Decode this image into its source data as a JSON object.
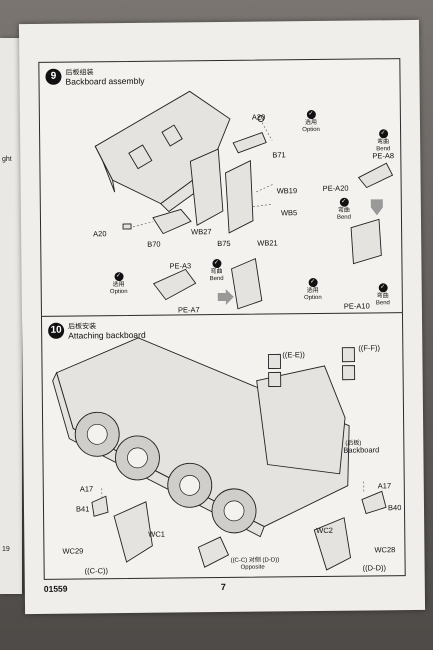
{
  "document": {
    "code": "01559",
    "page_number": "7"
  },
  "left_page_fragments": [
    "ght",
    "19"
  ],
  "step9": {
    "number": "9",
    "title_cn": "后板组装",
    "title_en": "Backboard assembly",
    "labels": {
      "a20_top": "A20",
      "b71": "B71",
      "wb19": "WB19",
      "wb5": "WB5",
      "wb27": "WB27",
      "b75": "B75",
      "wb21": "WB21",
      "a20_left": "A20",
      "b70": "B70",
      "pe_a3": "PE-A3",
      "pe_a7": "PE-A7",
      "pe_a8": "PE-A8",
      "pe_a20": "PE-A20",
      "pe_a10": "PE-A10"
    },
    "notes": {
      "option_top": {
        "cn": "选用",
        "en": "Option"
      },
      "bend_a8": {
        "cn": "弯曲",
        "en": "Bend"
      },
      "bend_a20": {
        "cn": "弯曲",
        "en": "Bend"
      },
      "option_left": {
        "cn": "选用",
        "en": "Option"
      },
      "bend_a3": {
        "cn": "弯曲",
        "en": "Bend"
      },
      "option_mid": {
        "cn": "选用",
        "en": "Option"
      },
      "bend_a10": {
        "cn": "弯曲",
        "en": "Bend"
      }
    }
  },
  "step10": {
    "number": "10",
    "title_cn": "后板安装",
    "title_en": "Attaching backboard",
    "labels": {
      "e_e": "((E-E))",
      "f_f": "((F-F))",
      "backboard_cn": "(后板)",
      "backboard_en": "Backboard",
      "a17_left": "A17",
      "b41": "B41",
      "wc1": "WC1",
      "wc29": "WC29",
      "c_c_left": "((C-C))",
      "c_c_d_d": "((C-C) 对侧 (D-D))",
      "opposite": "Opposite",
      "a17_right": "A17",
      "b40": "B40",
      "wc2": "WC2",
      "wc28": "WC28",
      "d_d": "((D-D))"
    }
  }
}
